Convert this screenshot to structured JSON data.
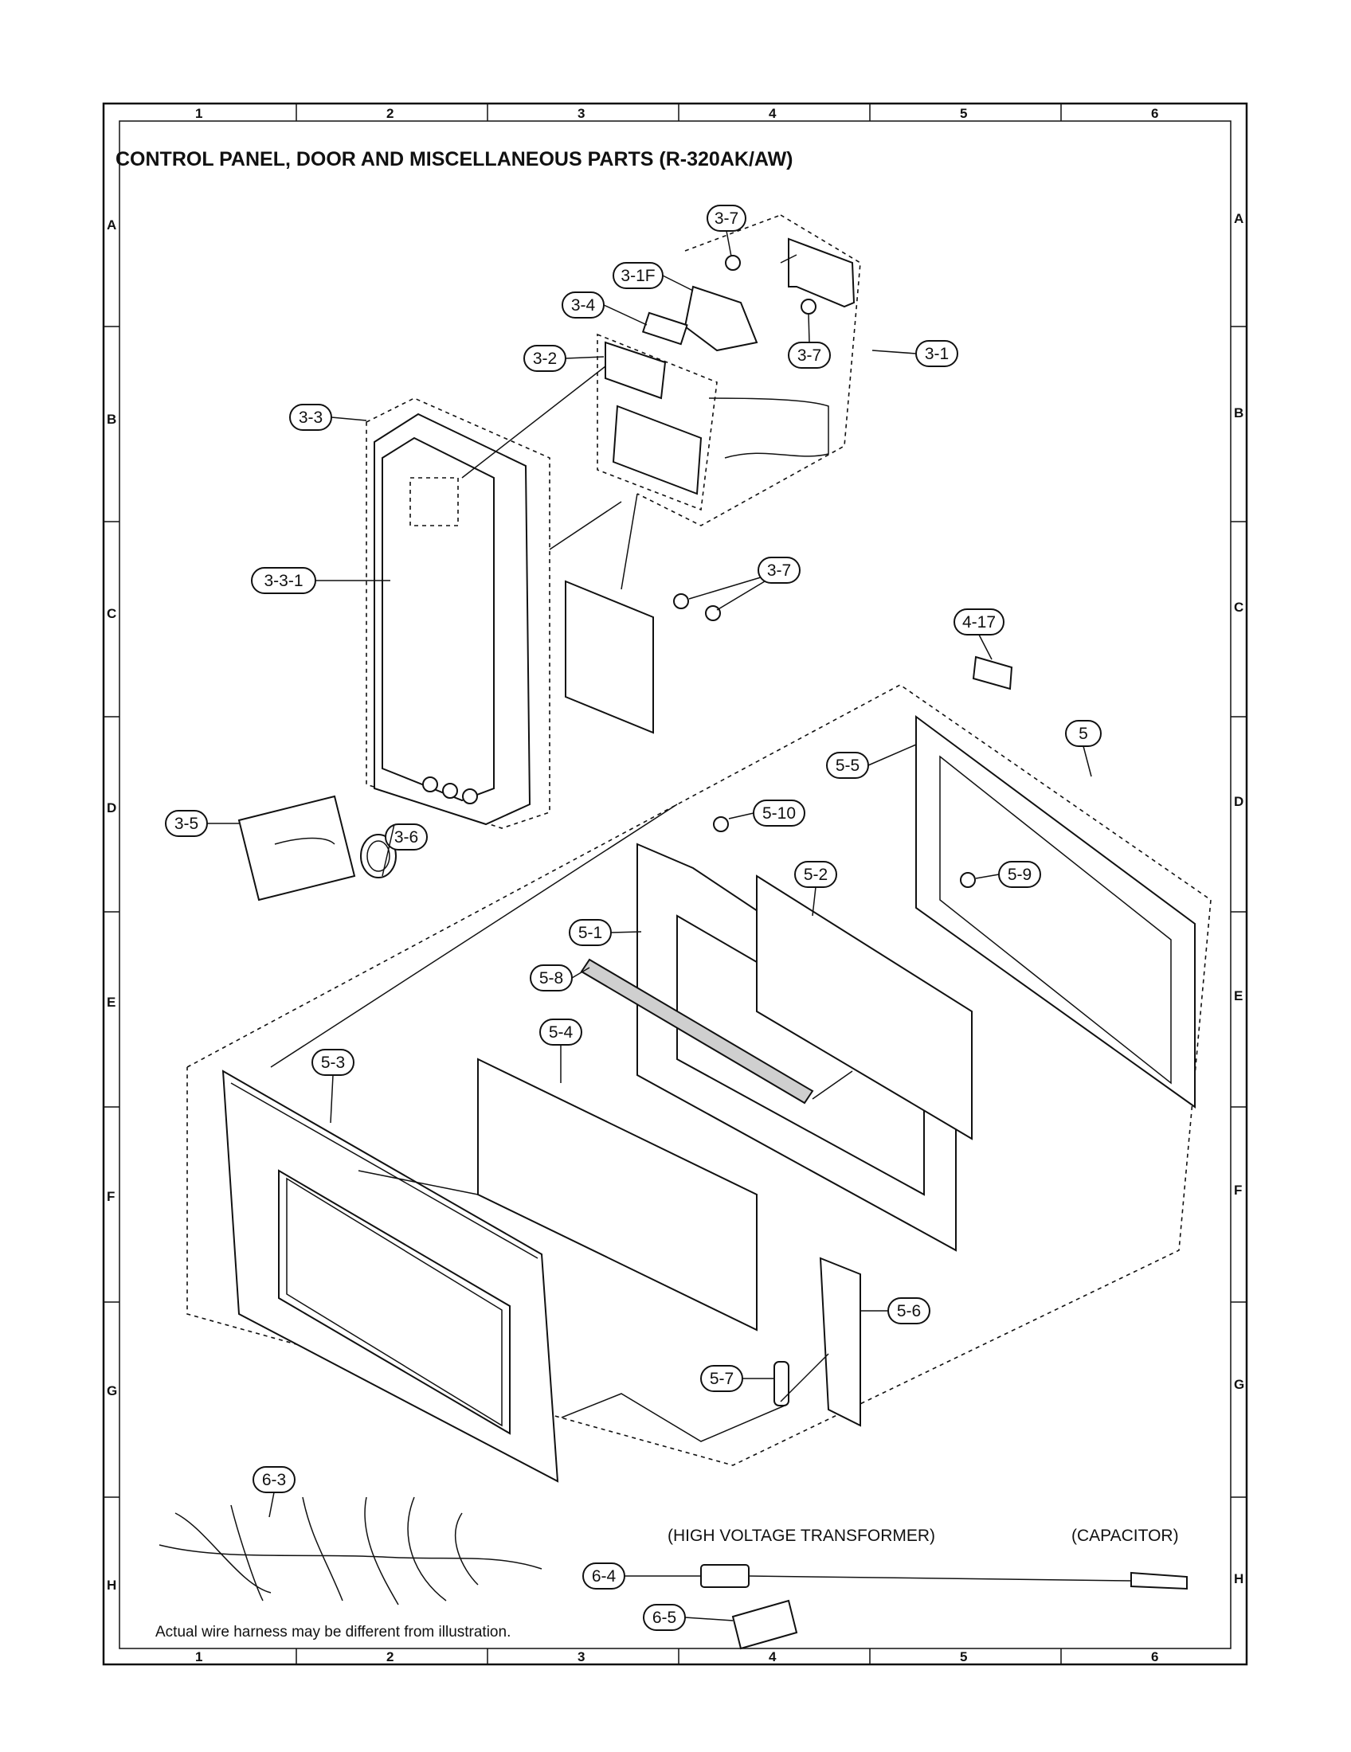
{
  "title": "CONTROL PANEL, DOOR  AND MISCELLANEOUS PARTS (R-320AK/AW)",
  "grid": {
    "columns": [
      "1",
      "2",
      "3",
      "4",
      "5",
      "6"
    ],
    "rows": [
      "A",
      "B",
      "C",
      "D",
      "E",
      "F",
      "G",
      "H"
    ]
  },
  "callouts": [
    {
      "id": "c-3-7-a",
      "label": "3-7"
    },
    {
      "id": "c-3-1f",
      "label": "3-1F"
    },
    {
      "id": "c-3-4",
      "label": "3-4"
    },
    {
      "id": "c-3-7-b",
      "label": "3-7"
    },
    {
      "id": "c-3-1",
      "label": "3-1"
    },
    {
      "id": "c-3-2",
      "label": "3-2"
    },
    {
      "id": "c-3-3",
      "label": "3-3"
    },
    {
      "id": "c-3-3-1",
      "label": "3-3-1"
    },
    {
      "id": "c-3-7-c",
      "label": "3-7"
    },
    {
      "id": "c-4-17",
      "label": "4-17"
    },
    {
      "id": "c-5",
      "label": "5"
    },
    {
      "id": "c-5-5",
      "label": "5-5"
    },
    {
      "id": "c-3-5",
      "label": "3-5"
    },
    {
      "id": "c-3-6",
      "label": "3-6"
    },
    {
      "id": "c-5-10",
      "label": "5-10"
    },
    {
      "id": "c-5-2",
      "label": "5-2"
    },
    {
      "id": "c-5-9",
      "label": "5-9"
    },
    {
      "id": "c-5-1",
      "label": "5-1"
    },
    {
      "id": "c-5-8",
      "label": "5-8"
    },
    {
      "id": "c-5-4",
      "label": "5-4"
    },
    {
      "id": "c-5-3",
      "label": "5-3"
    },
    {
      "id": "c-5-6",
      "label": "5-6"
    },
    {
      "id": "c-5-7",
      "label": "5-7"
    },
    {
      "id": "c-6-3",
      "label": "6-3"
    },
    {
      "id": "c-6-4",
      "label": "6-4"
    },
    {
      "id": "c-6-5",
      "label": "6-5"
    }
  ],
  "labels": {
    "high_voltage_transformer": "(HIGH VOLTAGE TRANSFORMER)",
    "capacitor": "(CAPACITOR)",
    "harness_note": "Actual wire harness may be different from illustration."
  }
}
